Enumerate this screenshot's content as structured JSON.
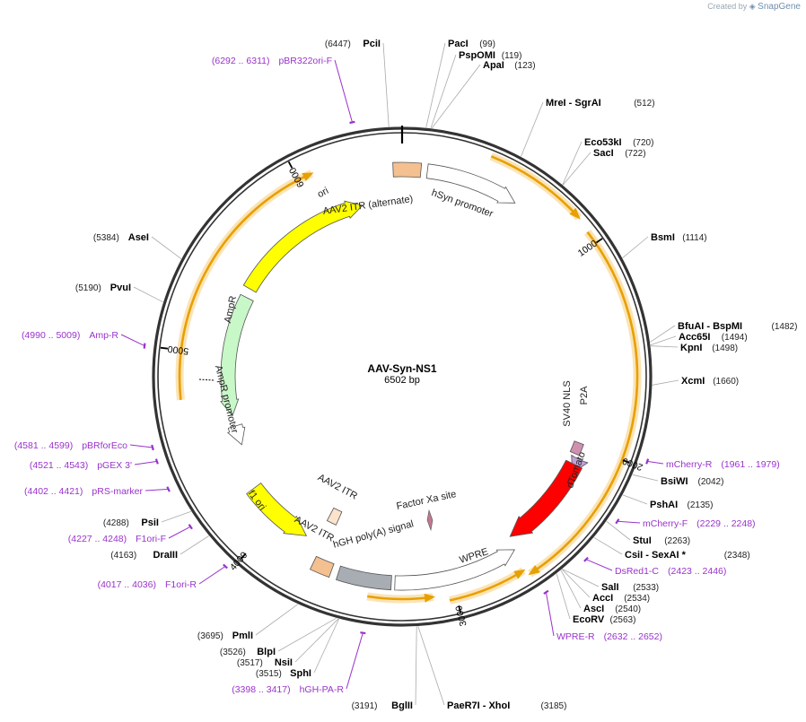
{
  "watermark": {
    "created_by": "Created by",
    "brand": "SnapGene"
  },
  "plasmid": {
    "name": "AAV-Syn-NS1",
    "length_bp": 6502,
    "length_label": "6502 bp"
  },
  "ring": {
    "tick_every": 1000,
    "tick_labels": [
      "1000",
      "2000",
      "3000",
      "4000",
      "5000",
      "6000"
    ]
  },
  "restriction_sites": [
    {
      "name": "PacI",
      "pos": 99,
      "label": "(99)"
    },
    {
      "name": "PspOMI",
      "pos": 119,
      "label": "(119)"
    },
    {
      "name": "ApaI",
      "pos": 123,
      "label": "(123)"
    },
    {
      "name": "MreI",
      "name2": "SgrAI",
      "pos": 512,
      "label": "(512)"
    },
    {
      "name": "Eco53kI",
      "pos": 720,
      "label": "(720)"
    },
    {
      "name": "SacI",
      "pos": 722,
      "label": "(722)"
    },
    {
      "name": "BsmI",
      "pos": 1114,
      "label": "(1114)"
    },
    {
      "name": "BfuAI",
      "name2": "BspMI",
      "pos": 1482,
      "label": "(1482)"
    },
    {
      "name": "Acc65I",
      "pos": 1494,
      "label": "(1494)"
    },
    {
      "name": "KpnI",
      "pos": 1498,
      "label": "(1498)"
    },
    {
      "name": "XcmI",
      "pos": 1660,
      "label": "(1660)"
    },
    {
      "name": "BsiWI",
      "pos": 2042,
      "label": "(2042)"
    },
    {
      "name": "PshAI",
      "pos": 2135,
      "label": "(2135)"
    },
    {
      "name": "StuI",
      "pos": 2263,
      "label": "(2263)"
    },
    {
      "name": "CsiI",
      "name2": "SexAI *",
      "pos": 2348,
      "label": "(2348)"
    },
    {
      "name": "SalI",
      "pos": 2533,
      "label": "(2533)"
    },
    {
      "name": "AccI",
      "pos": 2534,
      "label": "(2534)"
    },
    {
      "name": "AscI",
      "pos": 2540,
      "label": "(2540)"
    },
    {
      "name": "EcoRV",
      "pos": 2563,
      "label": "(2563)"
    },
    {
      "name": "PaeR7I",
      "name2": "XhoI",
      "pos": 3185,
      "label": "(3185)"
    },
    {
      "name": "BglII",
      "pos": 3191,
      "label": "(3191)"
    },
    {
      "name": "SphI",
      "pos": 3515,
      "label": "(3515)"
    },
    {
      "name": "NsiI",
      "pos": 3517,
      "label": "(3517)"
    },
    {
      "name": "BlpI",
      "pos": 3526,
      "label": "(3526)"
    },
    {
      "name": "PmlI",
      "pos": 3695,
      "label": "(3695)"
    },
    {
      "name": "DraIII",
      "pos": 4163,
      "label": "(4163)"
    },
    {
      "name": "PsiI",
      "pos": 4288,
      "label": "(4288)"
    },
    {
      "name": "PvuI",
      "pos": 5190,
      "label": "(5190)"
    },
    {
      "name": "AseI",
      "pos": 5384,
      "label": "(5384)"
    },
    {
      "name": "PciI",
      "pos": 6447,
      "label": "(6447)"
    }
  ],
  "primers": [
    {
      "name": "pBR322ori-F",
      "range": "(6292 .. 6311)",
      "pos": 6302
    },
    {
      "name": "mCherry-R",
      "range": "(1961 .. 1979)",
      "pos": 1970
    },
    {
      "name": "mCherry-F",
      "range": "(2229 .. 2248)",
      "pos": 2238
    },
    {
      "name": "DsRed1-C",
      "range": "(2423 .. 2446)",
      "pos": 2435
    },
    {
      "name": "WPRE-R",
      "range": "(2632 .. 2652)",
      "pos": 2642
    },
    {
      "name": "hGH-PA-R",
      "range": "(3398 .. 3417)",
      "pos": 3408
    },
    {
      "name": "F1ori-R",
      "range": "(4017 .. 4036)",
      "pos": 4027
    },
    {
      "name": "F1ori-F",
      "range": "(4227 .. 4248)",
      "pos": 4238
    },
    {
      "name": "pRS-marker",
      "range": "(4402 .. 4421)",
      "pos": 4412
    },
    {
      "name": "pGEX 3'",
      "range": "(4521 .. 4543)",
      "pos": 4532
    },
    {
      "name": "pBRforEco",
      "range": "(4581 .. 4599)",
      "pos": 4590
    },
    {
      "name": "Amp-R",
      "range": "(4990 .. 5009)",
      "pos": 5000
    }
  ],
  "features": [
    {
      "name": "AAV2 ITR (alternate)",
      "color": "#f4c08f"
    },
    {
      "name": "hSyn promoter",
      "color": "#ffffff"
    },
    {
      "name": "SV40 NLS",
      "color": "#c0a0d8"
    },
    {
      "name": "P2A",
      "color": "#d090b0"
    },
    {
      "name": "dTomato",
      "color": "#ff0000"
    },
    {
      "name": "WPRE",
      "color": "#ffffff"
    },
    {
      "name": "Factor Xa site",
      "color": "#c07890"
    },
    {
      "name": "hGH poly(A) signal",
      "color": "#a8adb3"
    },
    {
      "name": "AAV2 ITR",
      "color": "#f4c08f"
    },
    {
      "name": "AAV2 ITR",
      "color": "#fbe3cc"
    },
    {
      "name": "f1 ori",
      "color": "#ffff00"
    },
    {
      "name": "AmpR promoter",
      "color": "#ffffff"
    },
    {
      "name": "AmpR",
      "color": "#c8f7c8"
    },
    {
      "name": "ori",
      "color": "#ffff00"
    }
  ],
  "colors": {
    "backbone": "#333333",
    "primer": "#9933cc",
    "orf": "#e8a000"
  }
}
